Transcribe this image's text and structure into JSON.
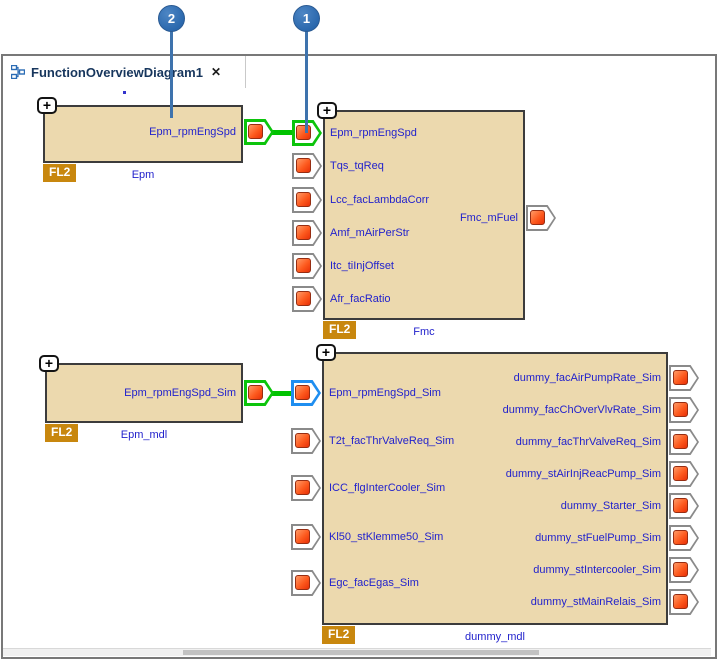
{
  "tab": {
    "title": "FunctionOverviewDiagram1",
    "close_label": "✕"
  },
  "callouts": [
    {
      "number": "1"
    },
    {
      "number": "2"
    }
  ],
  "colors": {
    "block_fill": "#ecd9ae",
    "block_border": "#3c3c3c",
    "label_blue": "#2222cc",
    "badge_bg": "#c8870e",
    "badge_text": "#ffffff",
    "port_border": "#8a8a8a",
    "highlight_green": "#00c300",
    "highlight_blue": "#1f8ef0",
    "port_square": "#fd5a1e",
    "balloon_blue": "#2a68ae",
    "tabbar_bg": "#ebebeb"
  },
  "blocks": [
    {
      "id": "epm",
      "name": "Epm",
      "type_label": "FL2",
      "inputs": [],
      "outputs": [
        {
          "label": "Epm_rpmEngSpd",
          "highlight": "green"
        }
      ]
    },
    {
      "id": "fmc",
      "name": "Fmc",
      "type_label": "FL2",
      "inputs": [
        {
          "label": "Epm_rpmEngSpd",
          "highlight": "green"
        },
        {
          "label": "Tqs_tqReq"
        },
        {
          "label": "Lcc_facLambdaCorr"
        },
        {
          "label": "Amf_mAirPerStr"
        },
        {
          "label": "Itc_tiInjOffset"
        },
        {
          "label": "Afr_facRatio"
        }
      ],
      "outputs": [
        {
          "label": "Fmc_mFuel"
        }
      ]
    },
    {
      "id": "epm_mdl",
      "name": "Epm_mdl",
      "type_label": "FL2",
      "inputs": [],
      "outputs": [
        {
          "label": "Epm_rpmEngSpd_Sim",
          "highlight": "green"
        }
      ]
    },
    {
      "id": "dummy_mdl",
      "name": "dummy_mdl",
      "type_label": "FL2",
      "inputs": [
        {
          "label": "Epm_rpmEngSpd_Sim",
          "highlight": "blue"
        },
        {
          "label": "T2t_facThrValveReq_Sim"
        },
        {
          "label": "ICC_flgInterCooler_Sim"
        },
        {
          "label": "Kl50_stKlemme50_Sim"
        },
        {
          "label": "Egc_facEgas_Sim"
        }
      ],
      "outputs": [
        {
          "label": "dummy_facAirPumpRate_Sim"
        },
        {
          "label": "dummy_facChOverVlvRate_Sim"
        },
        {
          "label": "dummy_facThrValveReq_Sim"
        },
        {
          "label": "dummy_stAirInjReacPump_Sim"
        },
        {
          "label": "dummy_Starter_Sim"
        },
        {
          "label": "dummy_stFuelPump_Sim"
        },
        {
          "label": "dummy_stIntercooler_Sim"
        },
        {
          "label": "dummy_stMainRelais_Sim"
        }
      ]
    }
  ],
  "connections": [
    {
      "from": "Epm.Epm_rpmEngSpd",
      "to": "Fmc.Epm_rpmEngSpd"
    },
    {
      "from": "Epm_mdl.Epm_rpmEngSpd_Sim",
      "to": "dummy_mdl.Epm_rpmEngSpd_Sim"
    }
  ]
}
